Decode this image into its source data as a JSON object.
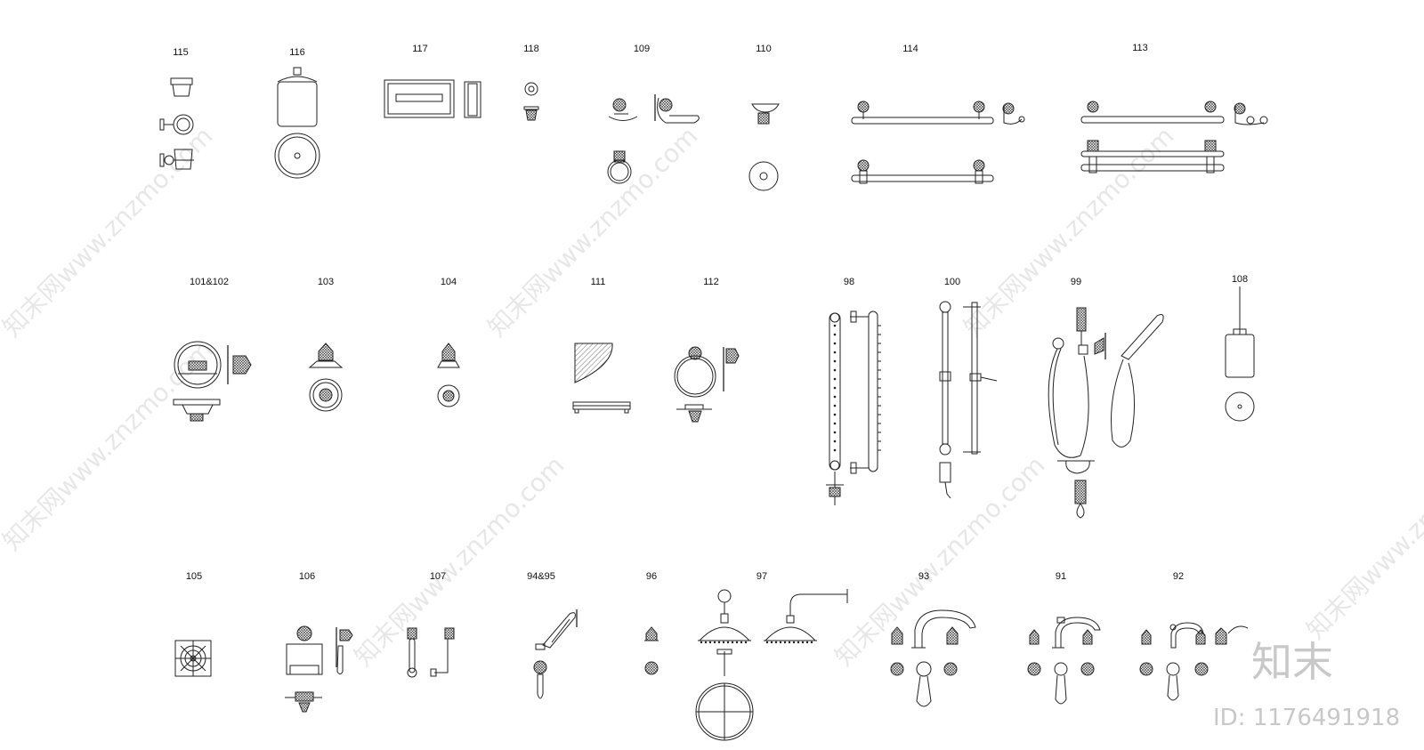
{
  "items": [
    {
      "label": "115",
      "kind": "cup-holder"
    },
    {
      "label": "116",
      "kind": "canister"
    },
    {
      "label": "117",
      "kind": "tissue-box"
    },
    {
      "label": "118",
      "kind": "robe-hook"
    },
    {
      "label": "109",
      "kind": "soap-dish-wall"
    },
    {
      "label": "110",
      "kind": "soap-dish-stand"
    },
    {
      "label": "114",
      "kind": "towel-bar-single"
    },
    {
      "label": "113",
      "kind": "towel-bar-double"
    },
    {
      "label": "101&102",
      "kind": "flush-valve"
    },
    {
      "label": "103",
      "kind": "valve-knob"
    },
    {
      "label": "104",
      "kind": "valve-knob-small"
    },
    {
      "label": "111",
      "kind": "corner-shelf"
    },
    {
      "label": "112",
      "kind": "towel-ring"
    },
    {
      "label": "98",
      "kind": "grab-bar-jets"
    },
    {
      "label": "100",
      "kind": "slide-bar"
    },
    {
      "label": "99",
      "kind": "hand-shower-hose"
    },
    {
      "label": "108",
      "kind": "toilet-brush"
    },
    {
      "label": "105",
      "kind": "floor-drain"
    },
    {
      "label": "106",
      "kind": "tissue-holder"
    },
    {
      "label": "107",
      "kind": "paper-holder"
    },
    {
      "label": "94&95",
      "kind": "hand-shower"
    },
    {
      "label": "96",
      "kind": "stop-valve"
    },
    {
      "label": "97",
      "kind": "rain-shower"
    },
    {
      "label": "93",
      "kind": "basin-faucet-large"
    },
    {
      "label": "91",
      "kind": "basin-faucet-medium"
    },
    {
      "label": "92",
      "kind": "basin-faucet-small"
    }
  ],
  "watermark": {
    "text": "知末网www.znzmo.com"
  },
  "brand": {
    "logo_text": "知末",
    "id_text": "ID: 1176491918"
  },
  "colors": {
    "line": "#222222",
    "watermark": "#bdbdbd",
    "background": "#ffffff"
  }
}
